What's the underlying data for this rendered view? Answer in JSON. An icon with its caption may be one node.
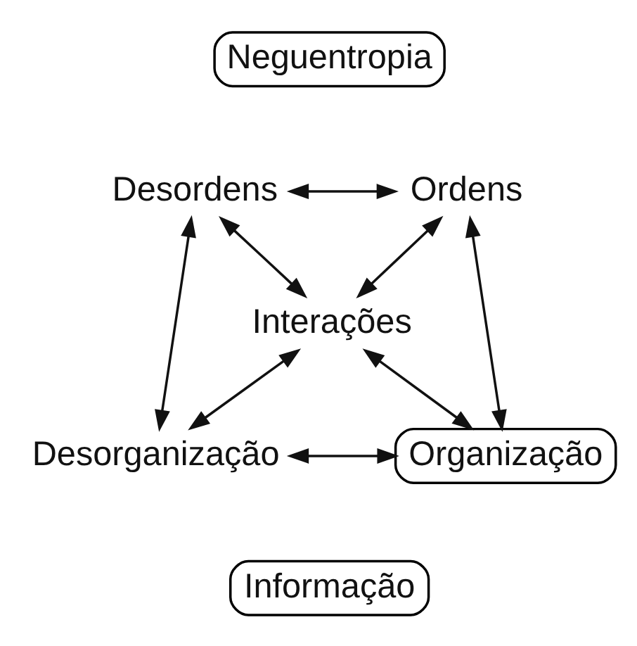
{
  "diagram": {
    "nodes": [
      {
        "text": [
          "Neguentropia"
        ]
      },
      {
        "text": [
          "Desordens"
        ]
      },
      {
        "text": [
          "Ordens"
        ]
      },
      {
        "text": [
          "Interações"
        ]
      },
      {
        "text": [
          "Desorganização"
        ]
      },
      {
        "text": [
          "Organização"
        ]
      },
      {
        "text": [
          "Informação"
        ]
      }
    ],
    "edges": [
      {
        "from": 1,
        "to": 2,
        "arrow": "both"
      },
      {
        "from": 1,
        "to": 4,
        "arrow": "both"
      },
      {
        "from": 1,
        "to": 3,
        "arrow": "both"
      },
      {
        "from": 2,
        "to": 3,
        "arrow": "both"
      },
      {
        "from": 2,
        "to": 5,
        "arrow": "both"
      },
      {
        "from": 3,
        "to": 4,
        "arrow": "both"
      },
      {
        "from": 3,
        "to": 5,
        "arrow": "both"
      },
      {
        "from": 4,
        "to": 5,
        "arrow": "both"
      }
    ]
  }
}
